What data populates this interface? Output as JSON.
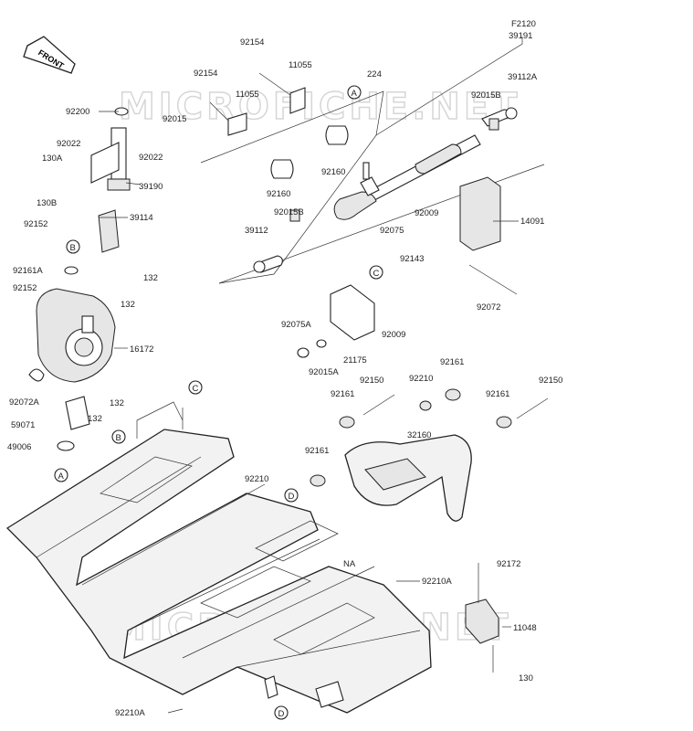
{
  "watermark": {
    "text": "MICROFICHE.NET"
  },
  "front_badge": "FRONT",
  "ref_letters": [
    "A",
    "B",
    "C",
    "D"
  ],
  "labels": {
    "F2120": "F2120",
    "39191": "39191",
    "92154a": "92154",
    "92154b": "92154",
    "11055a": "11055",
    "11055b": "11055",
    "224": "224",
    "39112A": "39112A",
    "92015B_a": "92015B",
    "92015B_b": "92015B",
    "92200": "92200",
    "92015": "92015",
    "92022a": "92022",
    "92022b": "92022",
    "130A": "130A",
    "39190": "39190",
    "130B": "130B",
    "92160a": "92160",
    "92160b": "92160",
    "39114": "39114",
    "92152a": "92152",
    "92152b": "92152",
    "39112": "39112",
    "92009a": "92009",
    "92009b": "92009",
    "14091": "14091",
    "92075": "92075",
    "92143": "92143",
    "92161A": "92161A",
    "132a": "132",
    "132b": "132",
    "132c": "132",
    "132d": "132",
    "92072": "92072",
    "92075A": "92075A",
    "16172": "16172",
    "21175": "21175",
    "92015A": "92015A",
    "92072A": "92072A",
    "92161a": "92161",
    "92161b": "92161",
    "92161c": "92161",
    "92161d": "92161",
    "92150a": "92150",
    "92150b": "92150",
    "92210a": "92210",
    "92210b": "92210",
    "59071": "59071",
    "32160": "32160",
    "49006": "49006",
    "NA": "NA",
    "92172": "92172",
    "92210A_a": "92210A",
    "92210A_b": "92210A",
    "11048": "11048",
    "130": "130"
  }
}
